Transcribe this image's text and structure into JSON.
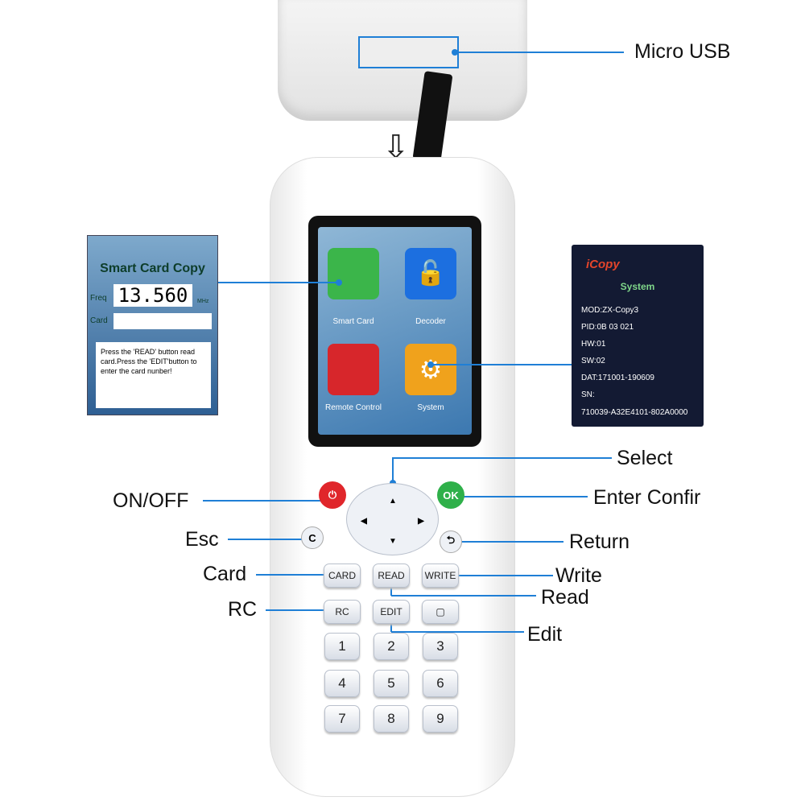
{
  "labels": {
    "micro_usb": "Micro USB",
    "select": "Select",
    "on_off": "ON/OFF",
    "enter": "Enter  Confir",
    "esc": "Esc",
    "return": "Return",
    "card": "Card",
    "write": "Write",
    "read": "Read",
    "rc": "RC",
    "edit": "Edit"
  },
  "screen_apps": [
    {
      "label": "Smart Card",
      "color": "#3bb54a"
    },
    {
      "label": "Decoder",
      "color": "#1c6fe0"
    },
    {
      "label": "Remote Control",
      "color": "#d7262b"
    },
    {
      "label": "System",
      "color": "#f0a21c"
    }
  ],
  "smart_card_screen": {
    "title": "Smart Card Copy",
    "freq_label": "Freq",
    "freq_value": "13.560",
    "unit": "MHz",
    "card_label": "Card",
    "message": "Press the 'READ' button read card.Press the 'EDIT'button to enter the card nunber!"
  },
  "system_screen": {
    "brand": "iCopy",
    "title": "System",
    "lines": [
      "MOD:ZX-Copy3",
      "PID:0B 03 021",
      "HW:01",
      "SW:02",
      "DAT:171001-190609",
      "SN:",
      "710039-A32E4101-802A0000"
    ]
  },
  "keys": {
    "power": "⏻",
    "ok": "OK",
    "c": "C",
    "back": "⮌",
    "up": "▲",
    "down": "▼",
    "left": "◀",
    "right": "▶",
    "card": "CARD",
    "read": "READ",
    "write": "WRITE",
    "rc": "RC",
    "edit": "EDIT",
    "blank": "▢",
    "digits": [
      "1",
      "2",
      "3",
      "4",
      "5",
      "6",
      "7",
      "8",
      "9"
    ]
  },
  "colors": {
    "accent": "#1f7fd6",
    "power": "#e0262b",
    "ok": "#2fb04a"
  }
}
